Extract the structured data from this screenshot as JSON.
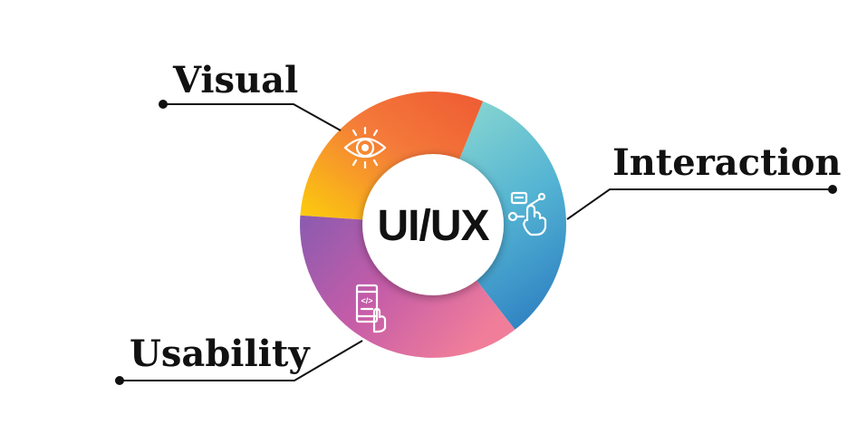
{
  "center": {
    "label": "UI/UX"
  },
  "segments": [
    {
      "id": "visual",
      "label": "Visual",
      "icon": "eye-icon",
      "colors": [
        "#fdd10a",
        "#f47a3a",
        "#ee5a33"
      ]
    },
    {
      "id": "interaction",
      "label": "Interaction",
      "icon": "touch-interaction-icon",
      "colors": [
        "#86d5d0",
        "#54b4d3",
        "#2f82c2"
      ]
    },
    {
      "id": "usability",
      "label": "Usability",
      "icon": "mobile-code-icon",
      "colors": [
        "#8a5bb0",
        "#c55ca8",
        "#f07e9a"
      ]
    }
  ],
  "code_glyph": "</>"
}
